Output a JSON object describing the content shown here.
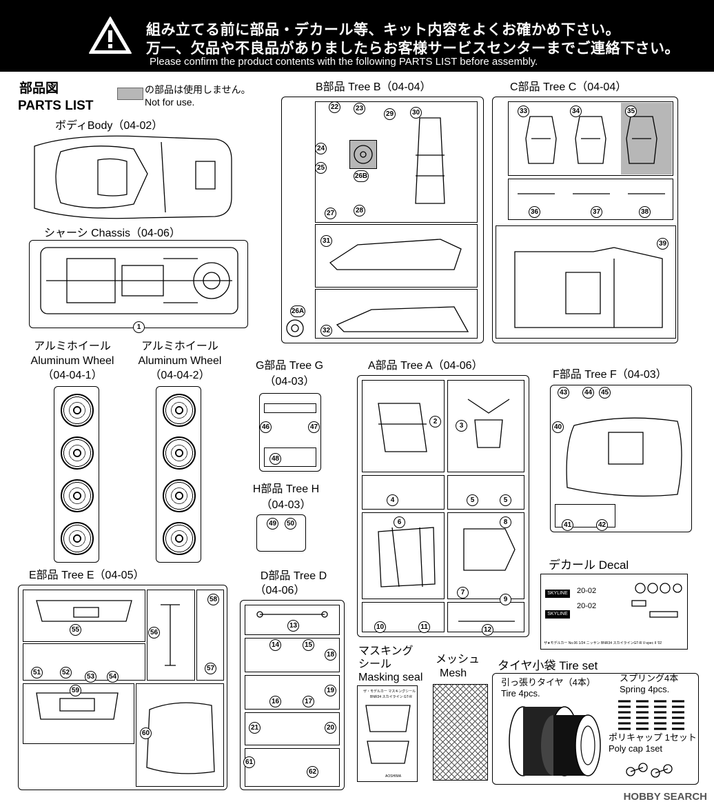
{
  "warning": {
    "line_jp_1": "組み立てる前に部品・デカール等、キット内容をよくお確かめ下さい。",
    "line_jp_2": "万一、欠品や不良品がありましたらお客様サービスセンターまでご連絡下さい。",
    "line_en": "Please confirm the product contents with the following PARTS LIST before assembly."
  },
  "parts_list": {
    "title_jp": "部品図",
    "title_en": "PARTS LIST",
    "legend_jp": "の部品は使用しません。",
    "legend_en": "Not for use."
  },
  "body": {
    "label": "ボディBody（04-02）"
  },
  "chassis": {
    "label": "シャーシ Chassis（04-06）",
    "parts": [
      "1"
    ]
  },
  "wheel1": {
    "label_jp": "アルミホイール",
    "label_en": "Aluminum Wheel",
    "code": "（04-04-1）"
  },
  "wheel2": {
    "label_jp": "アルミホイール",
    "label_en": "Aluminum Wheel",
    "code": "（04-04-2）"
  },
  "tree_b": {
    "label": "B部品 Tree B（04-04）",
    "parts": [
      "22",
      "23",
      "29",
      "30",
      "24",
      "25",
      "26B",
      "27",
      "28",
      "31",
      "26A",
      "32"
    ]
  },
  "tree_c": {
    "label": "C部品 Tree C（04-04）",
    "parts": [
      "33",
      "34",
      "35",
      "36",
      "37",
      "38",
      "39"
    ]
  },
  "tree_g": {
    "label": "G部品 Tree G",
    "code": "（04-03）",
    "parts": [
      "46",
      "47",
      "48"
    ]
  },
  "tree_h": {
    "label": "H部品 Tree H",
    "code": "（04-03）",
    "parts": [
      "49",
      "50"
    ]
  },
  "tree_a": {
    "label": "A部品 Tree A（04-06）",
    "parts": [
      "2",
      "3",
      "4",
      "5",
      "5",
      "6",
      "8",
      "7",
      "9",
      "10",
      "11",
      "12"
    ]
  },
  "tree_f": {
    "label": "F部品 Tree F（04-03）",
    "parts": [
      "43",
      "44",
      "45",
      "40",
      "41",
      "42"
    ]
  },
  "decal": {
    "label": "デカール Decal",
    "plate_1": "20-02",
    "plate_2": "20-02",
    "brand": "SKYLINE",
    "footer": "ザ★モデルカー No.06 1/24 ニッサン BNR34 スカイラインGT-R V-spec II '02"
  },
  "tree_e": {
    "label": "E部品 Tree E（04-05）",
    "parts": [
      "58",
      "55",
      "56",
      "57",
      "51",
      "52",
      "53",
      "54",
      "59",
      "60"
    ]
  },
  "tree_d": {
    "label": "D部品 Tree D",
    "code": "（04-06）",
    "parts": [
      "13",
      "14",
      "15",
      "18",
      "16",
      "17",
      "19",
      "21",
      "20",
      "61",
      "62"
    ]
  },
  "masking": {
    "label_jp_1": "マスキング",
    "label_jp_2": "シール",
    "label_en": "Masking seal",
    "sheet_title_1": "ザ・モデルカー マスキングシール",
    "sheet_title_2": "BNR34 スカイライン GT-R",
    "brand": "AOSHIMA"
  },
  "mesh": {
    "label_jp": "メッシュ",
    "label_en": "Mesh"
  },
  "tire_set": {
    "label": "タイヤ小袋 Tire set",
    "tire_jp": "引っ張りタイヤ（4本）",
    "tire_en": "Tire 4pcs.",
    "spring_jp": "スプリング4本",
    "spring_en": "Spring 4pcs.",
    "polycap_jp": "ポリキャップ 1セット",
    "polycap_en": "Poly cap 1set"
  },
  "watermark": "HOBBY SEARCH",
  "colors": {
    "warning_bg": "#000000",
    "unused_gray": "#b7b7b7"
  }
}
